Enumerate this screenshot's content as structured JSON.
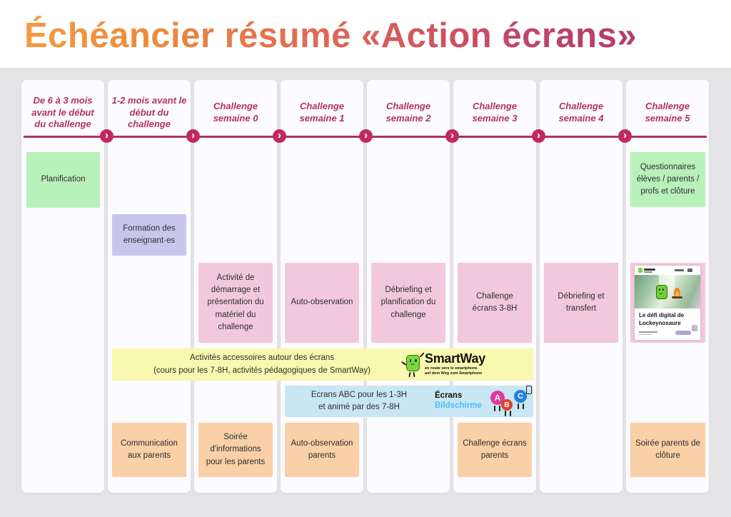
{
  "title": "Échéancier résumé «Action écrans»",
  "timeline": {
    "arrow_glyph": "›"
  },
  "columns": [
    {
      "header": "De 6 à 3 mois avant le début du challenge"
    },
    {
      "header": "1-2 mois avant le début du challenge"
    },
    {
      "header": "Challenge semaine 0"
    },
    {
      "header": "Challenge semaine 1"
    },
    {
      "header": "Challenge semaine 2"
    },
    {
      "header": "Challenge semaine 3"
    },
    {
      "header": "Challenge semaine 4"
    },
    {
      "header": "Challenge semaine 5"
    }
  ],
  "boxes": {
    "planification": "Planification",
    "formation_enseignants": "Formation des enseignant·es",
    "activite_demarrage": "Activité de démarrage et présentation du matériel du challenge",
    "auto_observation": "Auto-observation",
    "debriefing_planification": "Débriefing et planification du challenge",
    "challenge_ecrans_3_8h": "Challenge écrans 3-8H",
    "debriefing_transfert": "Débriefing et transfert",
    "questionnaires_cloture": "Questionnaires élèves / parents / profs et clôture",
    "communication_parents": "Communication aux parents",
    "soiree_informations_parents": "Soirée d'informations pour les parents",
    "auto_observation_parents": "Auto-observation parents",
    "challenge_ecrans_parents": "Challenge écrans parents",
    "soiree_parents_cloture": "Soirée parents de clôture"
  },
  "banners": {
    "activites_accessoires": {
      "line1": "Activités accessoires autour des écrans",
      "line2": "(cours pour les 7-8H, activités pédagogiques de SmartWay)"
    },
    "ecrans_abc": {
      "line1": "Ecrans ABC pour les 1-3H",
      "line2": "et animé par des 7-8H"
    }
  },
  "logos": {
    "smartway": {
      "name": "SmartWay",
      "tagline_line1": "en route vers le smartphone",
      "tagline_line2": "auf dem Weg zum Smartphone"
    },
    "ecrans_bildschirme": {
      "line1": "Écrans",
      "line2": "Bildschirme",
      "letters": [
        "A",
        "B",
        "C"
      ]
    }
  },
  "book_cover": {
    "title_line1": "Le défi digital de",
    "title_line2": "Lockeynosaure"
  },
  "colors": {
    "accent_magenta": "#b13261",
    "node_magenta": "#bf2a60",
    "title_gradient_start": "#f39b42",
    "title_gradient_end": "#a93a6e",
    "box_green": "#b9f1ba",
    "box_lavender": "#c9c6ed",
    "box_pink": "#f2c9dc",
    "box_orange": "#f9d0a7",
    "banner_yellow": "#f8f8b0",
    "banner_blue": "#c8e6f4",
    "board_gray": "#e4e3e6"
  }
}
